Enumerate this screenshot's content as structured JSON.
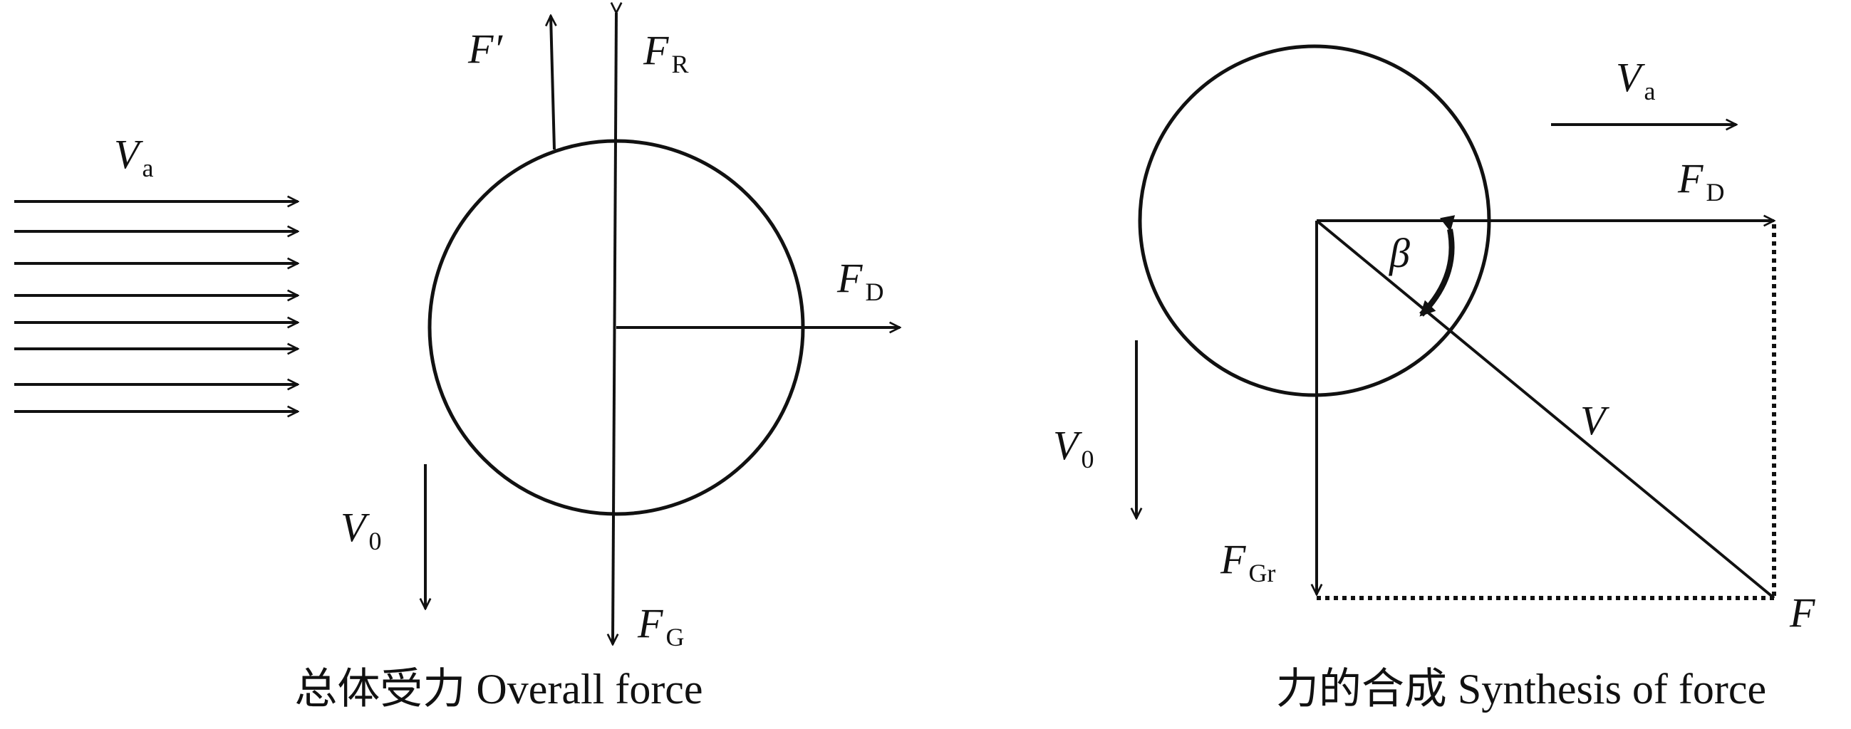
{
  "colors": {
    "ink": "#111111",
    "background": "#ffffff"
  },
  "left_panel": {
    "caption": "总体受力 Overall force",
    "labels": {
      "airflow_velocity": {
        "main": "V",
        "sub": "a"
      },
      "fall_velocity": {
        "main": "V",
        "sub": "0"
      },
      "lift_force": {
        "main": "F′"
      },
      "resistance_force": {
        "main": "F",
        "sub": "R"
      },
      "drag_force": {
        "main": "F",
        "sub": "D"
      },
      "gravity_force": {
        "main": "F",
        "sub": "G"
      }
    }
  },
  "right_panel": {
    "caption": "力的合成 Synthesis of force",
    "labels": {
      "airflow_velocity": {
        "main": "V",
        "sub": "a"
      },
      "drag_force": {
        "main": "F",
        "sub": "D"
      },
      "angle": {
        "main": "β"
      },
      "resultant_velocity": {
        "main": "V"
      },
      "fall_velocity": {
        "main": "V",
        "sub": "0"
      },
      "gravity_force": {
        "main": "F",
        "sub": "Gr"
      },
      "resultant_force": {
        "main": "F"
      }
    }
  }
}
